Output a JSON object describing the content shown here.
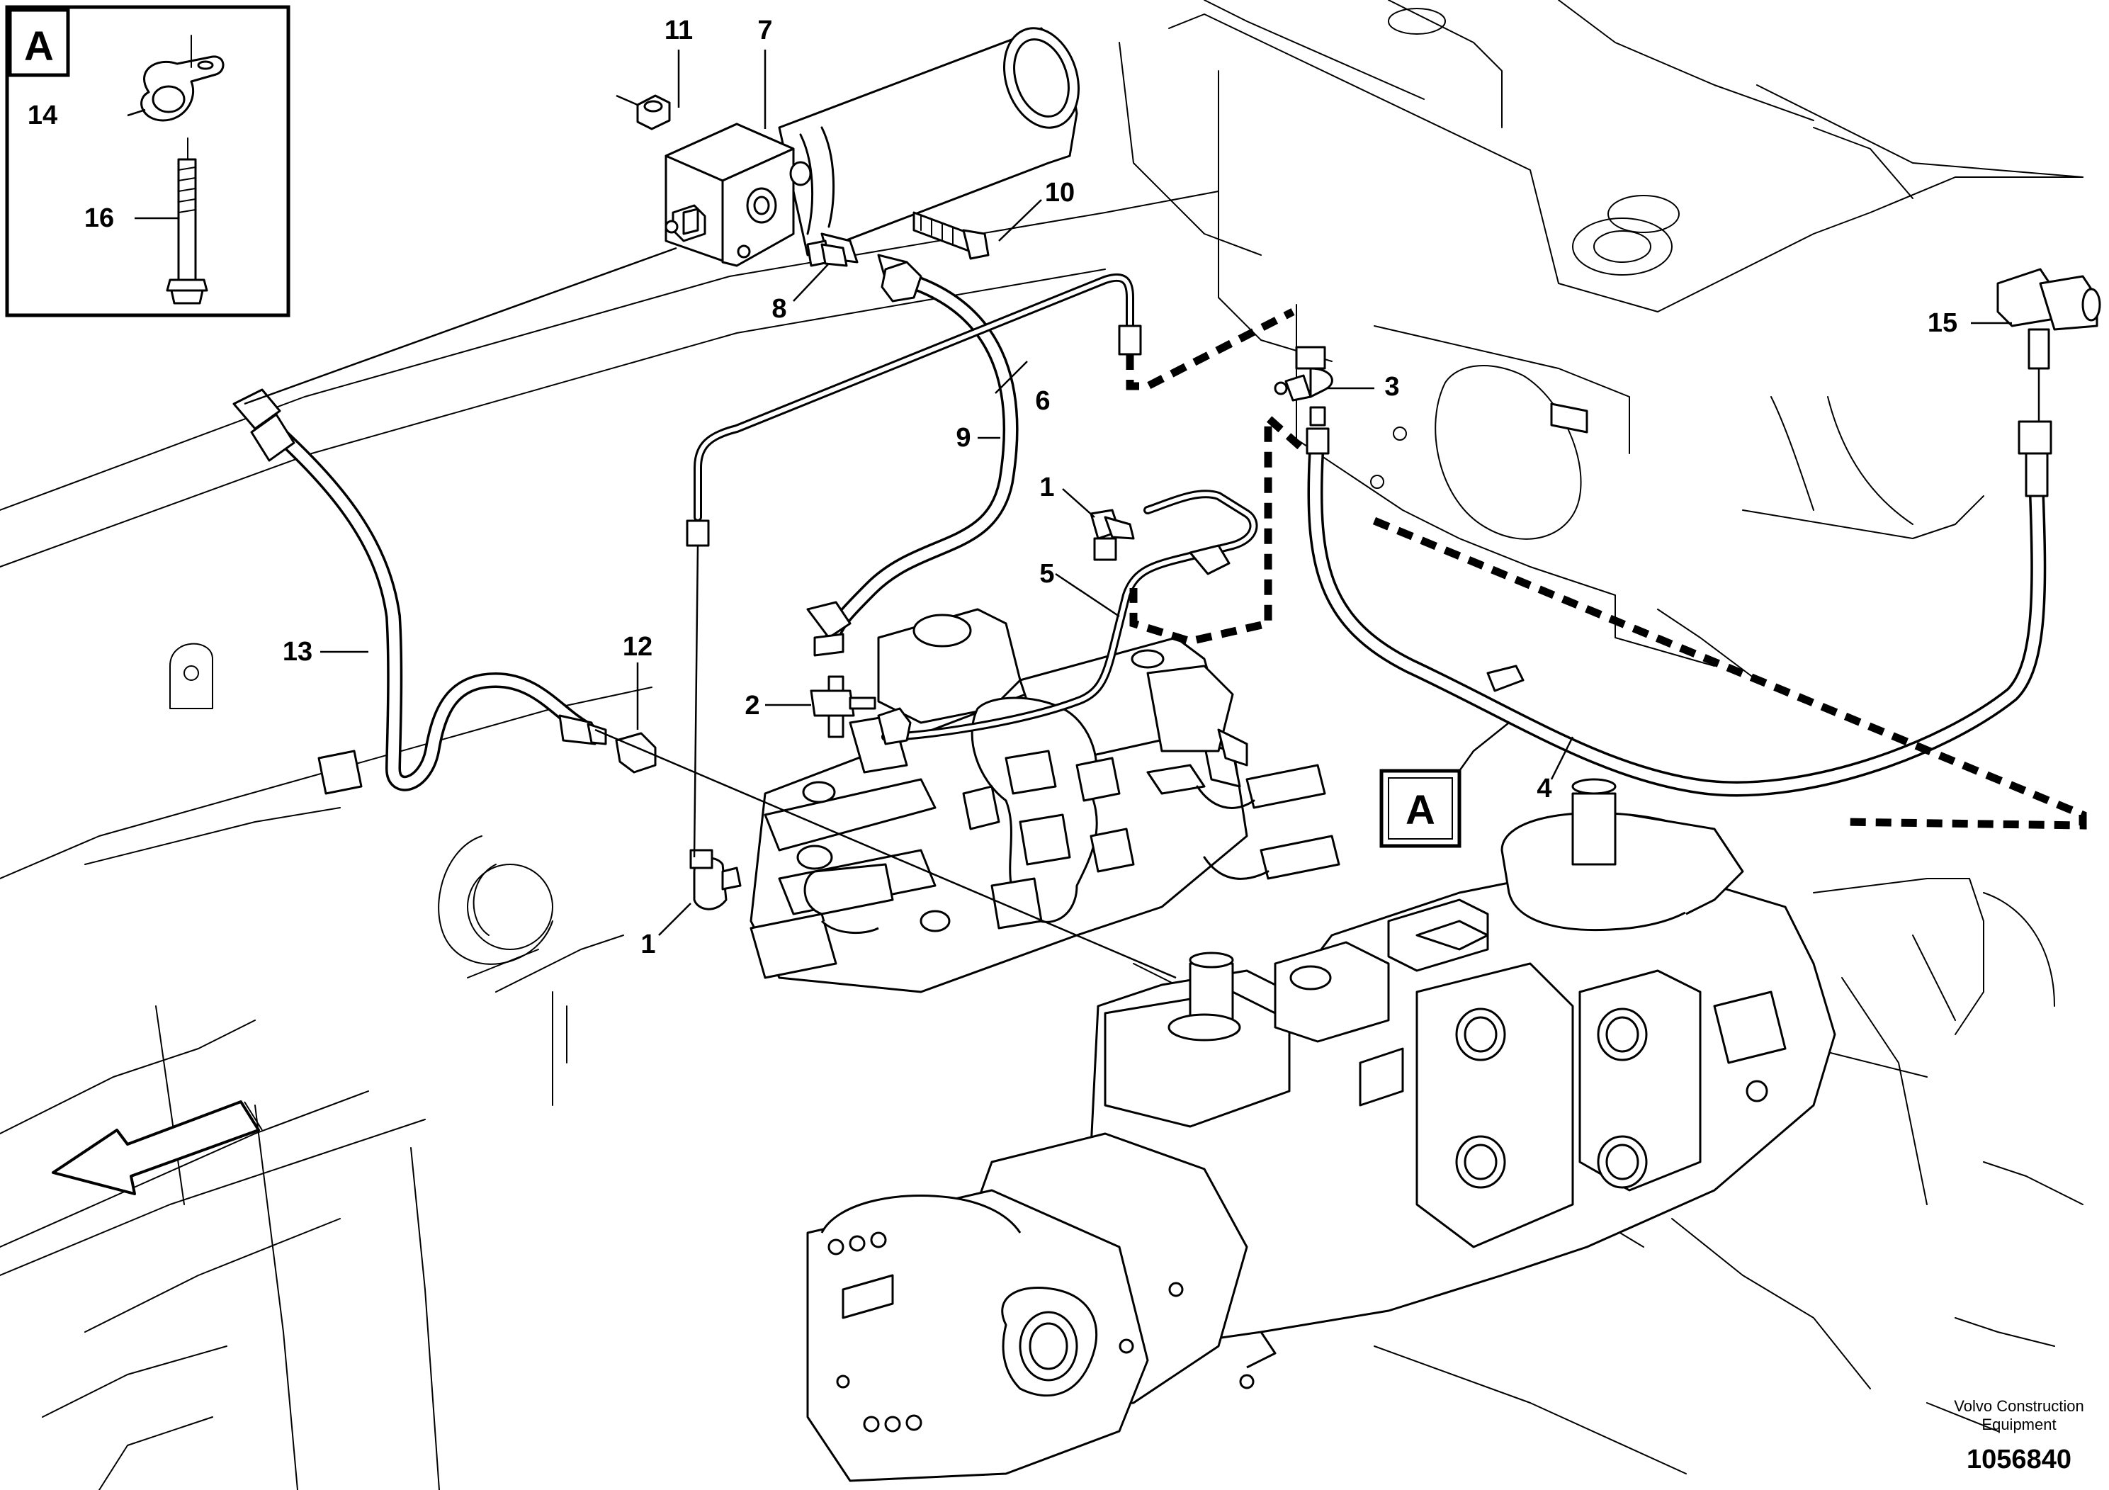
{
  "detail": {
    "label": "A"
  },
  "view_marker": {
    "label": "A"
  },
  "callouts": [
    "1",
    "1",
    "2",
    "3",
    "4",
    "5",
    "6",
    "7",
    "8",
    "9",
    "10",
    "11",
    "12",
    "13",
    "14",
    "15",
    "16"
  ],
  "footer": {
    "company_line1": "Volvo Construction",
    "company_line2": "Equipment",
    "drawing_number": "1056840"
  }
}
